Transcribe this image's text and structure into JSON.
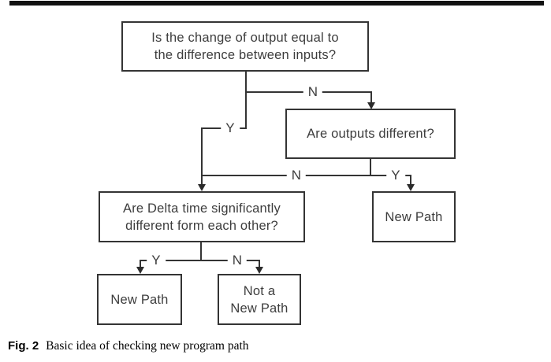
{
  "figure_caption": {
    "label": "Fig. 2",
    "text": "Basic idea of checking new program path"
  },
  "flowchart": {
    "nodes": [
      {
        "id": "question-output-change",
        "lines": [
          "Is the change of output equal to",
          "the difference between inputs?"
        ]
      },
      {
        "id": "question-outputs-different",
        "lines": [
          "Are outputs different?"
        ]
      },
      {
        "id": "question-delta-time",
        "lines": [
          "Are Delta time significantly",
          "different form each other?"
        ]
      },
      {
        "id": "result-new-path-right",
        "lines": [
          "New Path"
        ]
      },
      {
        "id": "result-new-path-left",
        "lines": [
          "New Path"
        ]
      },
      {
        "id": "result-not-new-path",
        "lines": [
          "Not a",
          "New Path"
        ]
      }
    ],
    "edge_labels": [
      {
        "id": "q1-no",
        "text": "N"
      },
      {
        "id": "q1-yes",
        "text": "Y"
      },
      {
        "id": "q2-no",
        "text": "N"
      },
      {
        "id": "q2-yes",
        "text": "Y"
      },
      {
        "id": "q3-yes",
        "text": "Y"
      },
      {
        "id": "q3-no",
        "text": "N"
      }
    ]
  },
  "colors": {
    "background": "#ffffff",
    "line": "#343434",
    "node_text": "#3d3d3d",
    "top_rule": "#111111"
  }
}
